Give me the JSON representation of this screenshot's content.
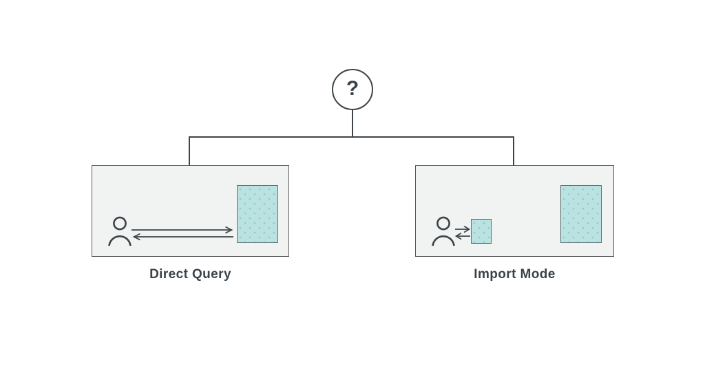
{
  "diagram": {
    "root": {
      "symbol": "?",
      "icon": "question-mark-icon"
    },
    "options": [
      {
        "id": "direct-query",
        "label": "Direct Query",
        "actor": "person-icon",
        "data_store": "database-large-dotted",
        "interaction": "long-round-trip-arrows"
      },
      {
        "id": "import-mode",
        "label": "Import Mode",
        "actor": "person-icon",
        "local_copy": "database-small-dotted",
        "data_store": "database-large-dotted",
        "interaction": "short-round-trip-arrows"
      }
    ],
    "colors": {
      "background": "#ffffff",
      "panel_fill": "#f1f2f2",
      "panel_border": "#54585b",
      "database_fill": "#bae2e0",
      "database_dot": "#8fc9c5",
      "database_border": "#5d6e70",
      "line": "#3c4449",
      "text": "#3a4248"
    }
  }
}
